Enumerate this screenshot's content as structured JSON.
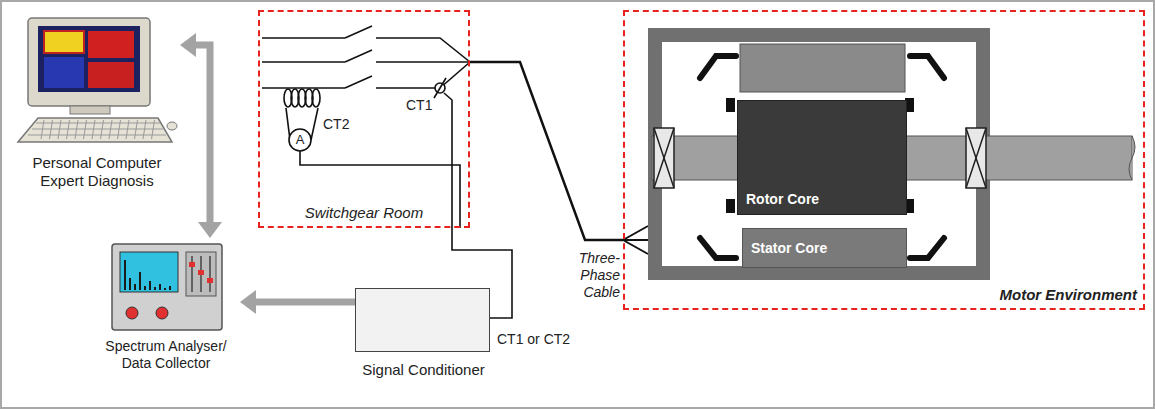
{
  "diagram": {
    "nodes": [
      {
        "text": [
          "Personal Computer Expert Diagnosis"
        ]
      },
      {
        "text": [
          "Spectrum Analyser/ Data Collector"
        ]
      },
      {
        "text": [
          "Switchgear Room"
        ]
      },
      {
        "text": [
          "Signal Conditioner"
        ]
      },
      {
        "text": [
          "Motor Environment"
        ]
      },
      {
        "text": [
          "Rotor Core"
        ],
        "in": 4
      },
      {
        "text": [
          "Stator Core"
        ],
        "in": 4
      }
    ],
    "edges": [
      {
        "from": 1,
        "to": 0,
        "arrow": "both"
      },
      {
        "from": 3,
        "to": 1,
        "arrow": "to"
      },
      {
        "from": 2,
        "to": 3,
        "label": "CT1 or CT2",
        "arrow": "none"
      },
      {
        "from": 2,
        "to": 4,
        "label": "Three-Phase Cable",
        "arrow": "none"
      }
    ],
    "labels": [
      "CT1",
      "CT2",
      "A"
    ]
  }
}
